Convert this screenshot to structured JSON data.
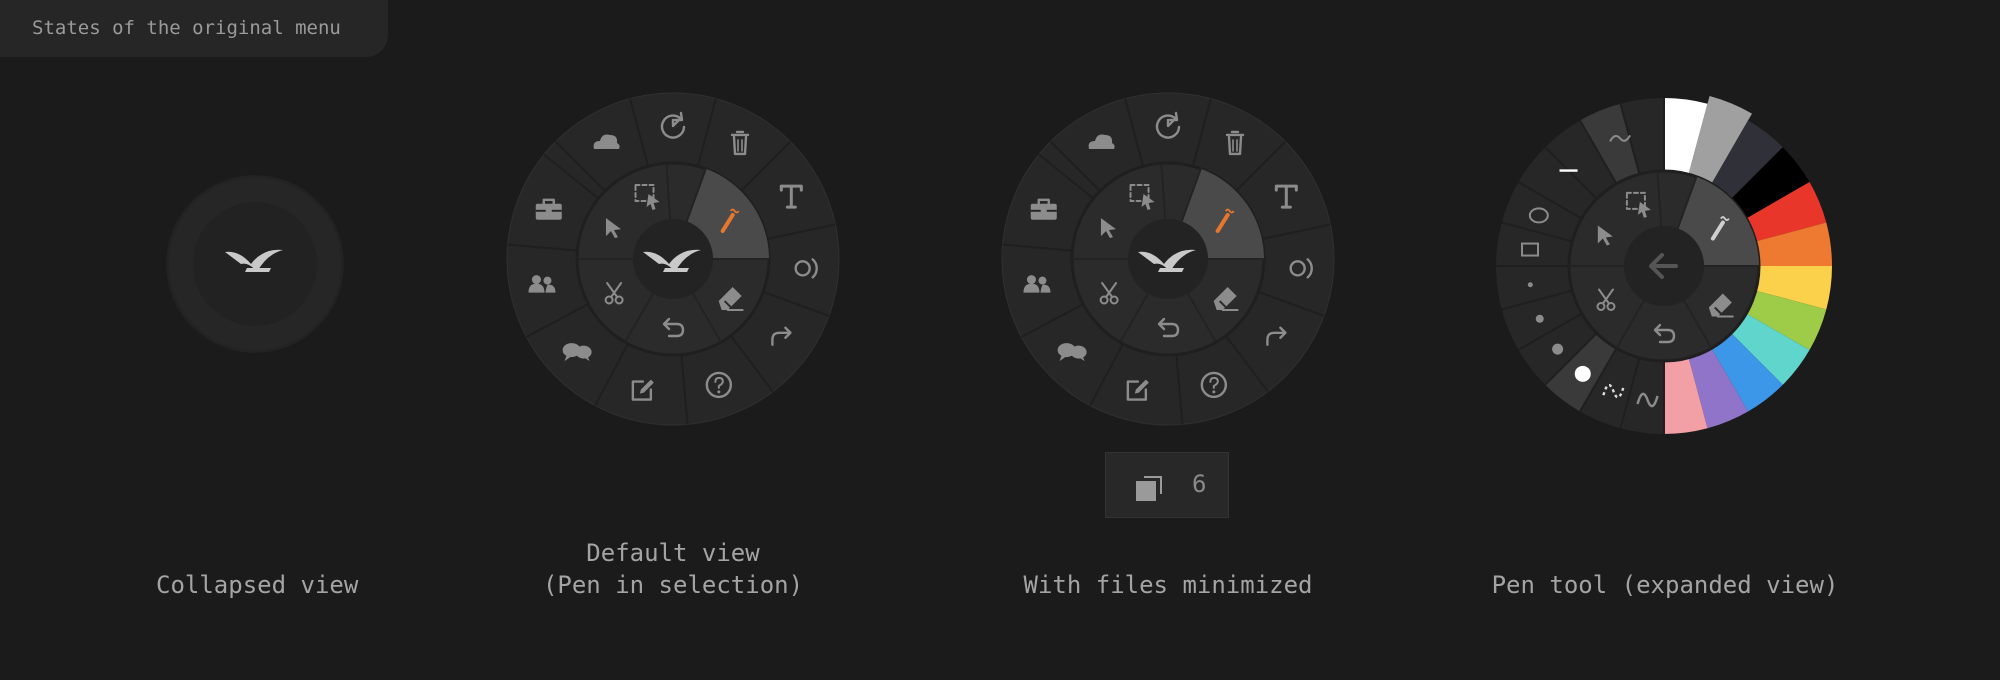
{
  "header": {
    "title": "States of the original menu"
  },
  "captions": {
    "collapsed": "Collapsed view",
    "default_line1": "Default view",
    "default_line2": "(Pen in selection)",
    "minimized": "With files minimized",
    "pen": "Pen tool (expanded view)"
  },
  "minimized_files": {
    "count": "6"
  },
  "outer_ring_icons": [
    "cloud-icon",
    "history-icon",
    "trash-icon",
    "text-icon",
    "speaker-icon",
    "redo-icon",
    "help-icon",
    "edit-note-icon",
    "chat-icon",
    "users-icon",
    "toolbox-icon"
  ],
  "inner_ring_icons": [
    "select-area-icon",
    "pen-icon",
    "eraser-icon",
    "undo-icon",
    "scissors-icon",
    "pointer-icon"
  ],
  "colors": {
    "background": "#1b1b1b",
    "menu_outer": "#272727",
    "menu_inner": "#2b2b2b",
    "selected_segment": "#4a4a4a",
    "pen_accent": "#e8772e"
  },
  "palette": [
    "#ffffff",
    "#a0a0a0",
    "#303039",
    "#000000",
    "#e8362a",
    "#ee7930",
    "#fbd04a",
    "#9ecb48",
    "#5fd5cc",
    "#3d97e9",
    "#8f74c9",
    "#f2a0a6"
  ]
}
